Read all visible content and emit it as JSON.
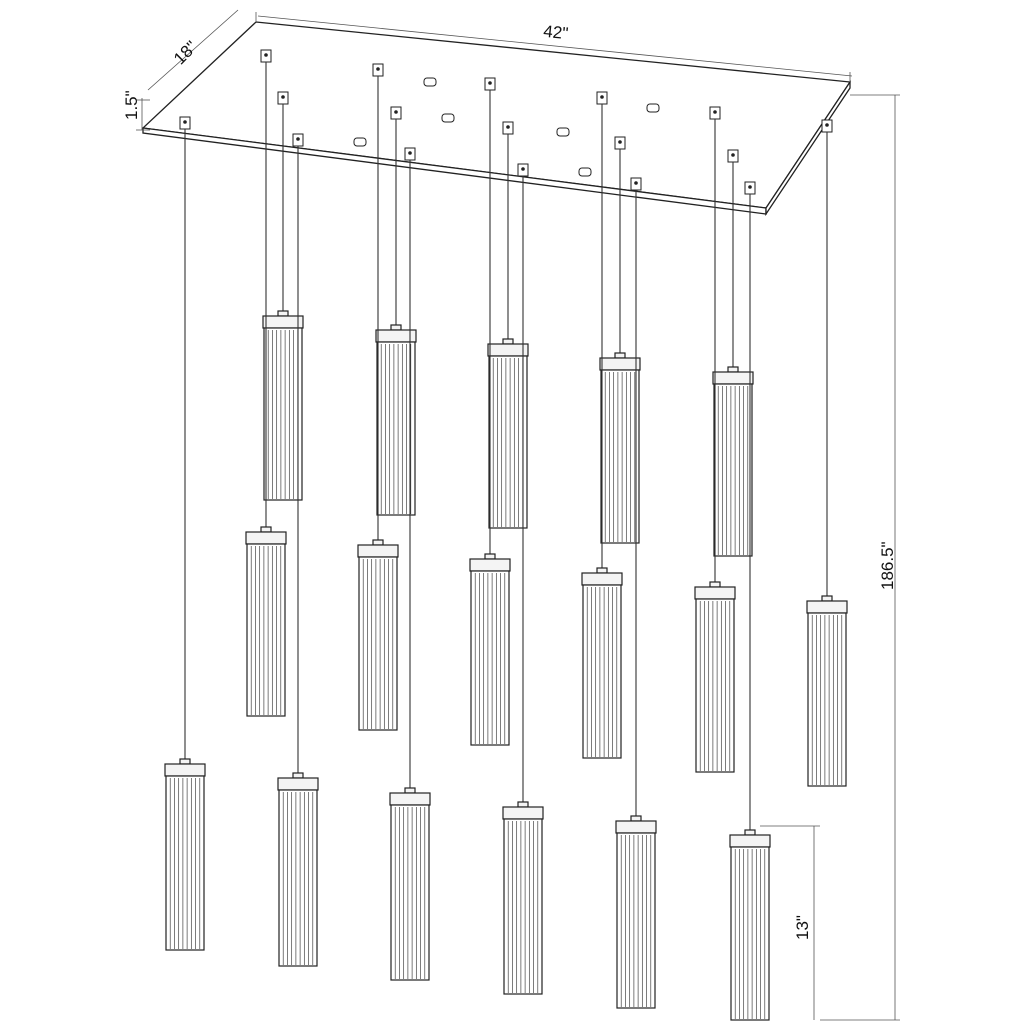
{
  "drawing": {
    "dimensions": {
      "width": "42\"",
      "depth": "18\"",
      "canopy_height": "1.5\"",
      "overall_height": "186.5\"",
      "shade_height": "13\""
    },
    "fixture": {
      "pendant_count": 17,
      "canopy_shape": "rectangle"
    }
  }
}
